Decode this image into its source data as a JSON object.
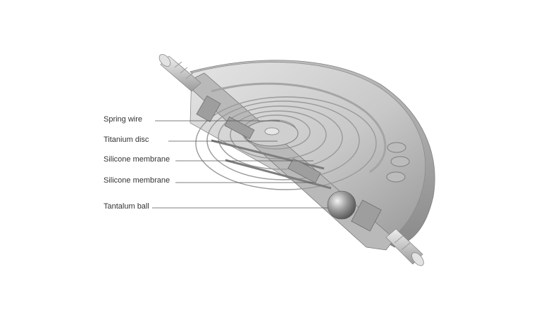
{
  "callouts": [
    {
      "label": "Spring wire"
    },
    {
      "label": "Titanium disc"
    },
    {
      "label": "Silicone membrane"
    },
    {
      "label": "Silicone membrane"
    },
    {
      "label": "Tantalum ball"
    }
  ],
  "colors": {
    "background": "#ffffff",
    "body_light": "#d6d6d6",
    "body_mid": "#b8b8b8",
    "body_dark": "#8e8e8e",
    "leader": "#555555",
    "text": "#333333"
  }
}
